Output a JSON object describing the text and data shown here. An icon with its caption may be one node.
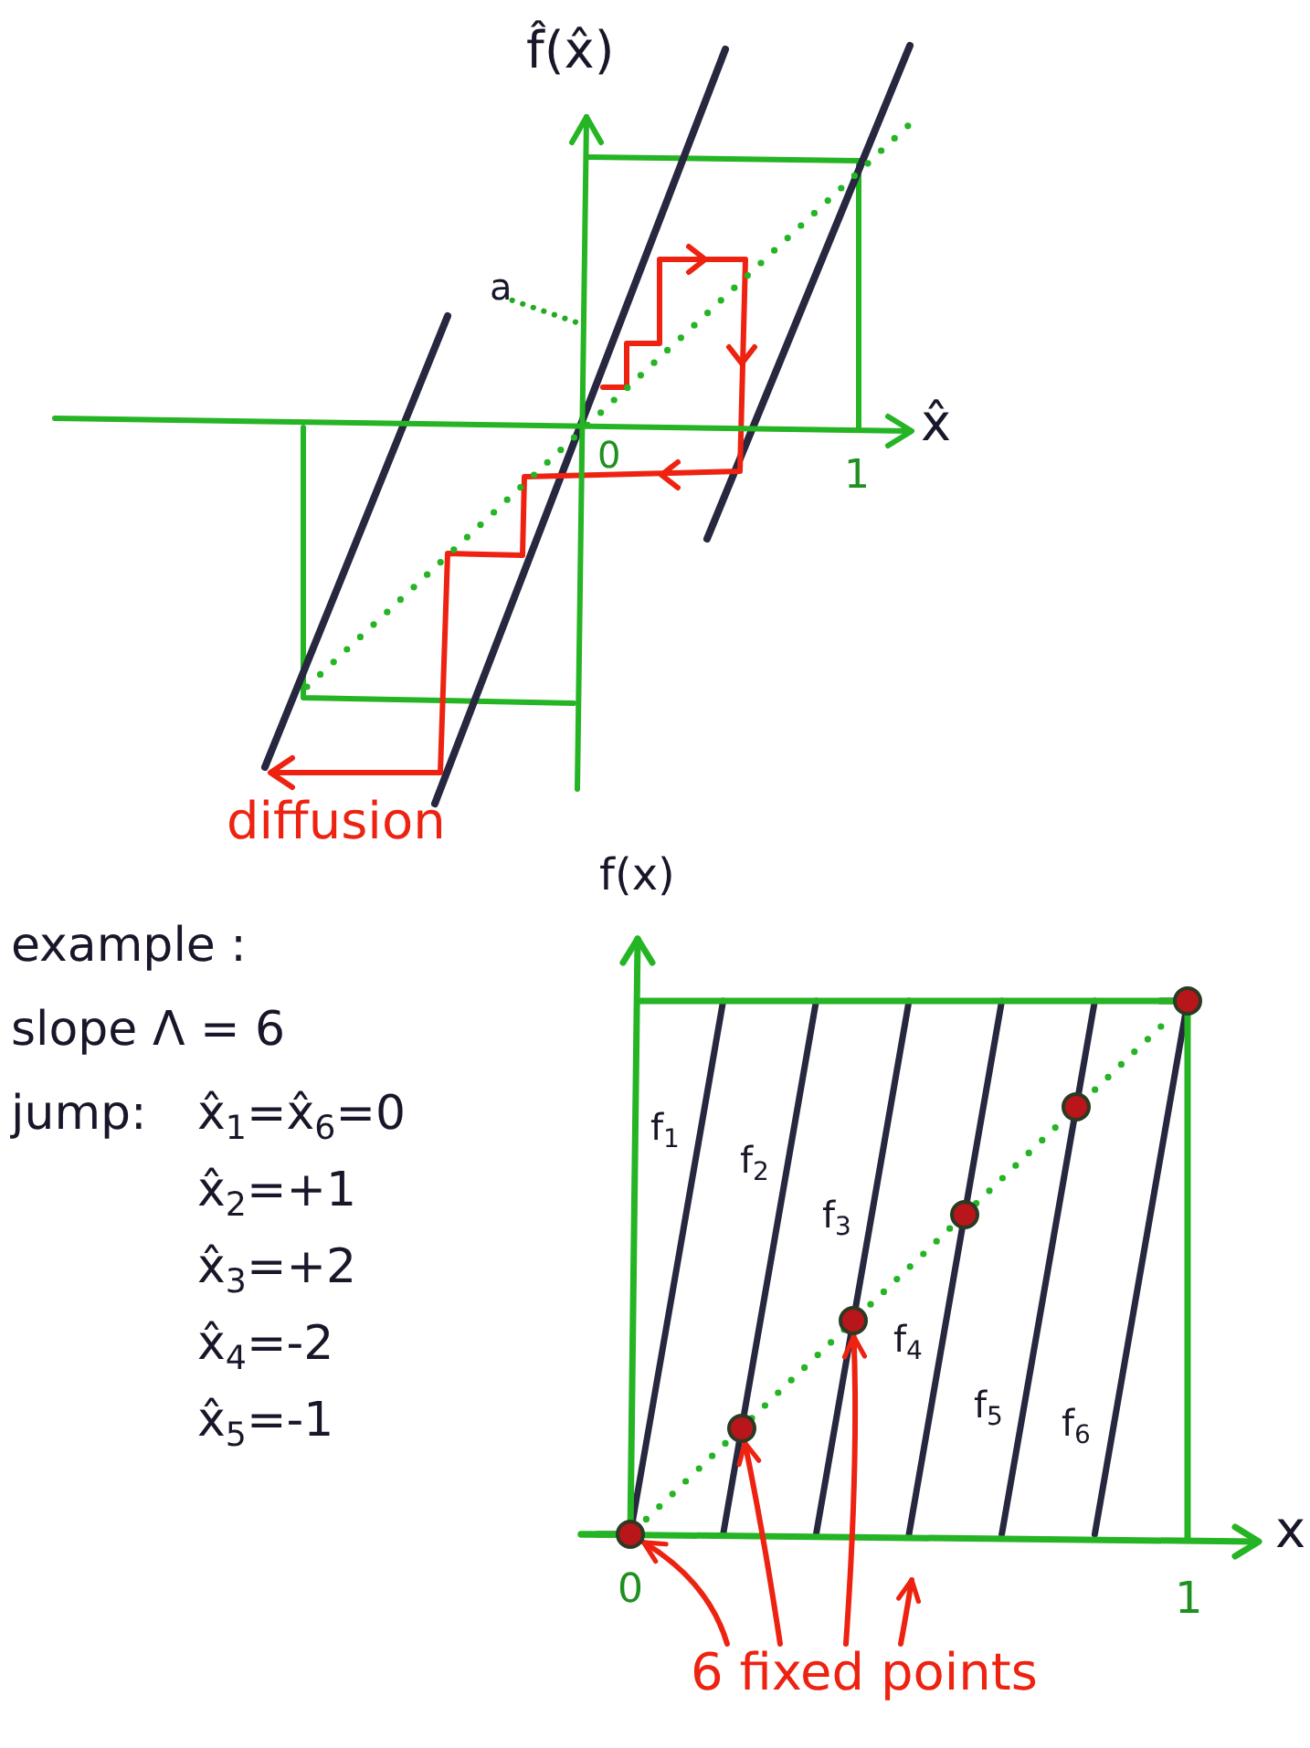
{
  "diagram": {
    "nodes": [
      {
        "text": [
          "a"
        ]
      },
      {
        "text": [],
        "shape": "circle"
      },
      {
        "text": [],
        "shape": "circle"
      },
      {
        "text": [],
        "shape": "circle"
      },
      {
        "text": [],
        "shape": "circle"
      },
      {
        "text": [],
        "shape": "circle"
      },
      {
        "text": [],
        "shape": "circle"
      },
      {
        "text": [
          "6 fixed points"
        ]
      }
    ],
    "edges": [
      {
        "from": 0,
        "to": null,
        "arrow": "none",
        "style": "dashed",
        "color": "#22aa22"
      },
      {
        "from": 7,
        "to": 6,
        "arrow": "to"
      },
      {
        "from": 7,
        "to": 5,
        "arrow": "to"
      },
      {
        "from": 7,
        "to": 4,
        "arrow": "to"
      },
      {
        "from": 7,
        "to": null,
        "arrow": "to"
      }
    ],
    "labels": [
      "f̂(x̂)",
      "0",
      "x̂",
      "1",
      "diffusion",
      "f(x)",
      "example :",
      "slope Λ = 6",
      "jump:",
      "x̂$_{1}$=x̂$_{6}$=0",
      "x̂$_{2}$=+1",
      "x̂$_{3}$=+2",
      "x̂$_{4}$=-2",
      "x̂$_{5}$=-1",
      "f$_{1}$",
      "f$_{2}$",
      "f$_{3}$",
      "f$_{4}$",
      "f$_{5}$",
      "f$_{6}$",
      "x",
      "0",
      "1"
    ]
  }
}
